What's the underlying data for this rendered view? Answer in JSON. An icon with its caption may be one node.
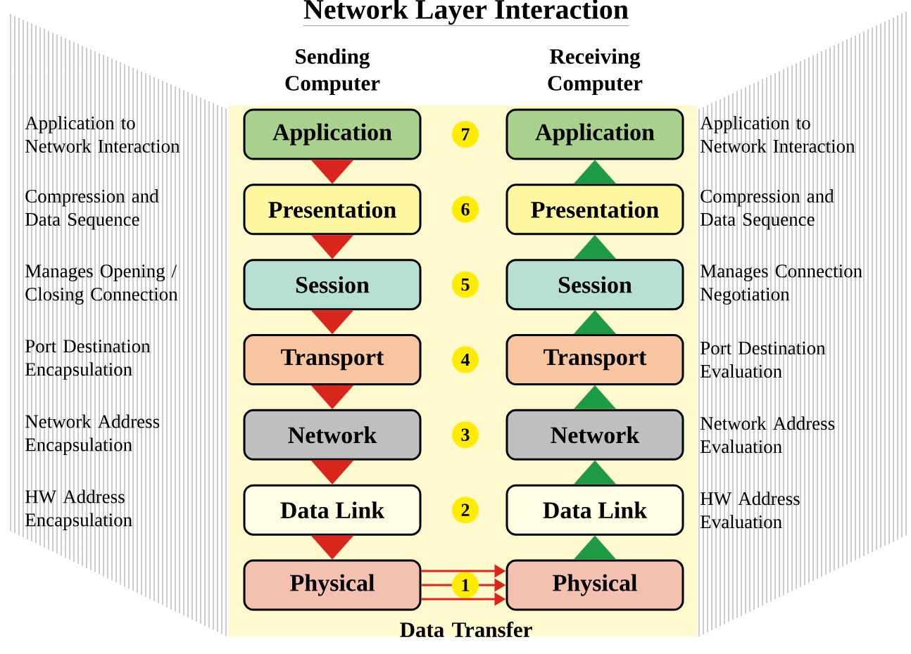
{
  "diagram": {
    "title": "Network Layer Interaction",
    "nodes": [
      {
        "text": [
          "Application"
        ]
      },
      {
        "text": [
          "7"
        ]
      },
      {
        "text": [
          "Application"
        ]
      },
      {
        "text": [
          "Presentation"
        ]
      },
      {
        "text": [
          "6"
        ]
      },
      {
        "text": [
          "Presentation"
        ]
      },
      {
        "text": [
          "Session"
        ]
      },
      {
        "text": [
          "5"
        ]
      },
      {
        "text": [
          "Session"
        ]
      },
      {
        "text": [
          "Transport"
        ]
      },
      {
        "text": [
          "4"
        ]
      },
      {
        "text": [
          "Transport"
        ]
      },
      {
        "text": [
          "Network"
        ]
      },
      {
        "text": [
          "3"
        ]
      },
      {
        "text": [
          "Network"
        ]
      },
      {
        "text": [
          "Data Link"
        ]
      },
      {
        "text": [
          "2"
        ]
      },
      {
        "text": [
          "Data Link"
        ]
      },
      {
        "text": [
          "Physical"
        ]
      },
      {
        "text": [
          "1"
        ]
      },
      {
        "text": [
          "Physical"
        ]
      }
    ],
    "edges": [
      {
        "from": 0,
        "to": 3,
        "arrow": "to"
      },
      {
        "from": 3,
        "to": 6,
        "arrow": "to"
      },
      {
        "from": 6,
        "to": 9,
        "arrow": "to"
      },
      {
        "from": 9,
        "to": 12,
        "arrow": "to"
      },
      {
        "from": 12,
        "to": 15,
        "arrow": "to"
      },
      {
        "from": 15,
        "to": 18,
        "arrow": "to"
      },
      {
        "from": 20,
        "to": 17,
        "arrow": "to",
        "color": "#1f9a44"
      },
      {
        "from": 17,
        "to": 14,
        "arrow": "to",
        "color": "#1f9a44"
      },
      {
        "from": 14,
        "to": 11,
        "arrow": "to",
        "color": "#1f9a44"
      },
      {
        "from": 11,
        "to": 8,
        "arrow": "to",
        "color": "#1f9a44"
      },
      {
        "from": 8,
        "to": 5,
        "arrow": "to",
        "color": "#1f9a44"
      },
      {
        "from": 5,
        "to": 2,
        "arrow": "to",
        "color": "#1f9a44"
      },
      {
        "from": 18,
        "to": 20,
        "arrow": "to"
      },
      {
        "from": 18,
        "to": 19,
        "arrow": "none"
      },
      {
        "from": 19,
        "to": 20,
        "arrow": "to"
      },
      {
        "from": 18,
        "to": 20,
        "arrow": "to"
      }
    ],
    "labels": [
      "Sending Computer",
      "Receiving Computer",
      "Application to Network Interaction",
      "Application to Network Interaction",
      "Compression and Data Sequence",
      "Compression and Data Sequence",
      "Manages Opening / Closing Connection",
      "Manages Connection Negotiation",
      "Port Destination Encapsulation",
      "Port Destination Evaluation",
      "Network Address Encapsulation",
      "Network Address Evaluation",
      "HW Address Encapsulation",
      "HW Address Evaluation",
      "Data Transfer"
    ]
  }
}
